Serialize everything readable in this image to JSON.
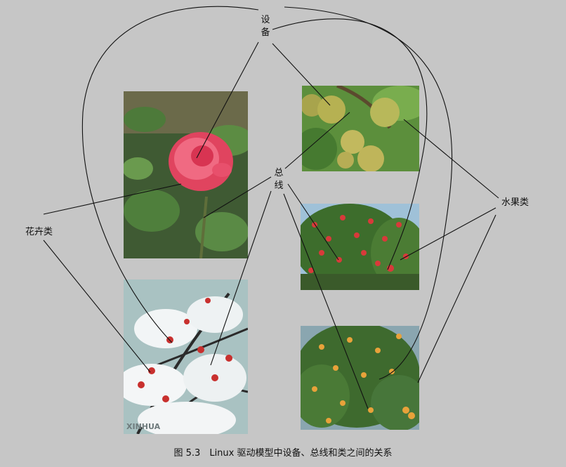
{
  "labels": {
    "device": "设备",
    "bus": "总线",
    "flowers": "花卉类",
    "fruits": "水果类"
  },
  "caption": "图 5.3　Linux 驱动模型中设备、总线和类之间的关系",
  "images": [
    {
      "id": "rose",
      "desc_icon": "rose-photo"
    },
    {
      "id": "pears",
      "desc_icon": "pear-tree-photo"
    },
    {
      "id": "plum-blossom",
      "desc_icon": "plum-blossom-snow-photo"
    },
    {
      "id": "apples",
      "desc_icon": "apple-tree-photo"
    },
    {
      "id": "oranges",
      "desc_icon": "orange-tree-photo"
    }
  ],
  "watermark": "XINHUA"
}
